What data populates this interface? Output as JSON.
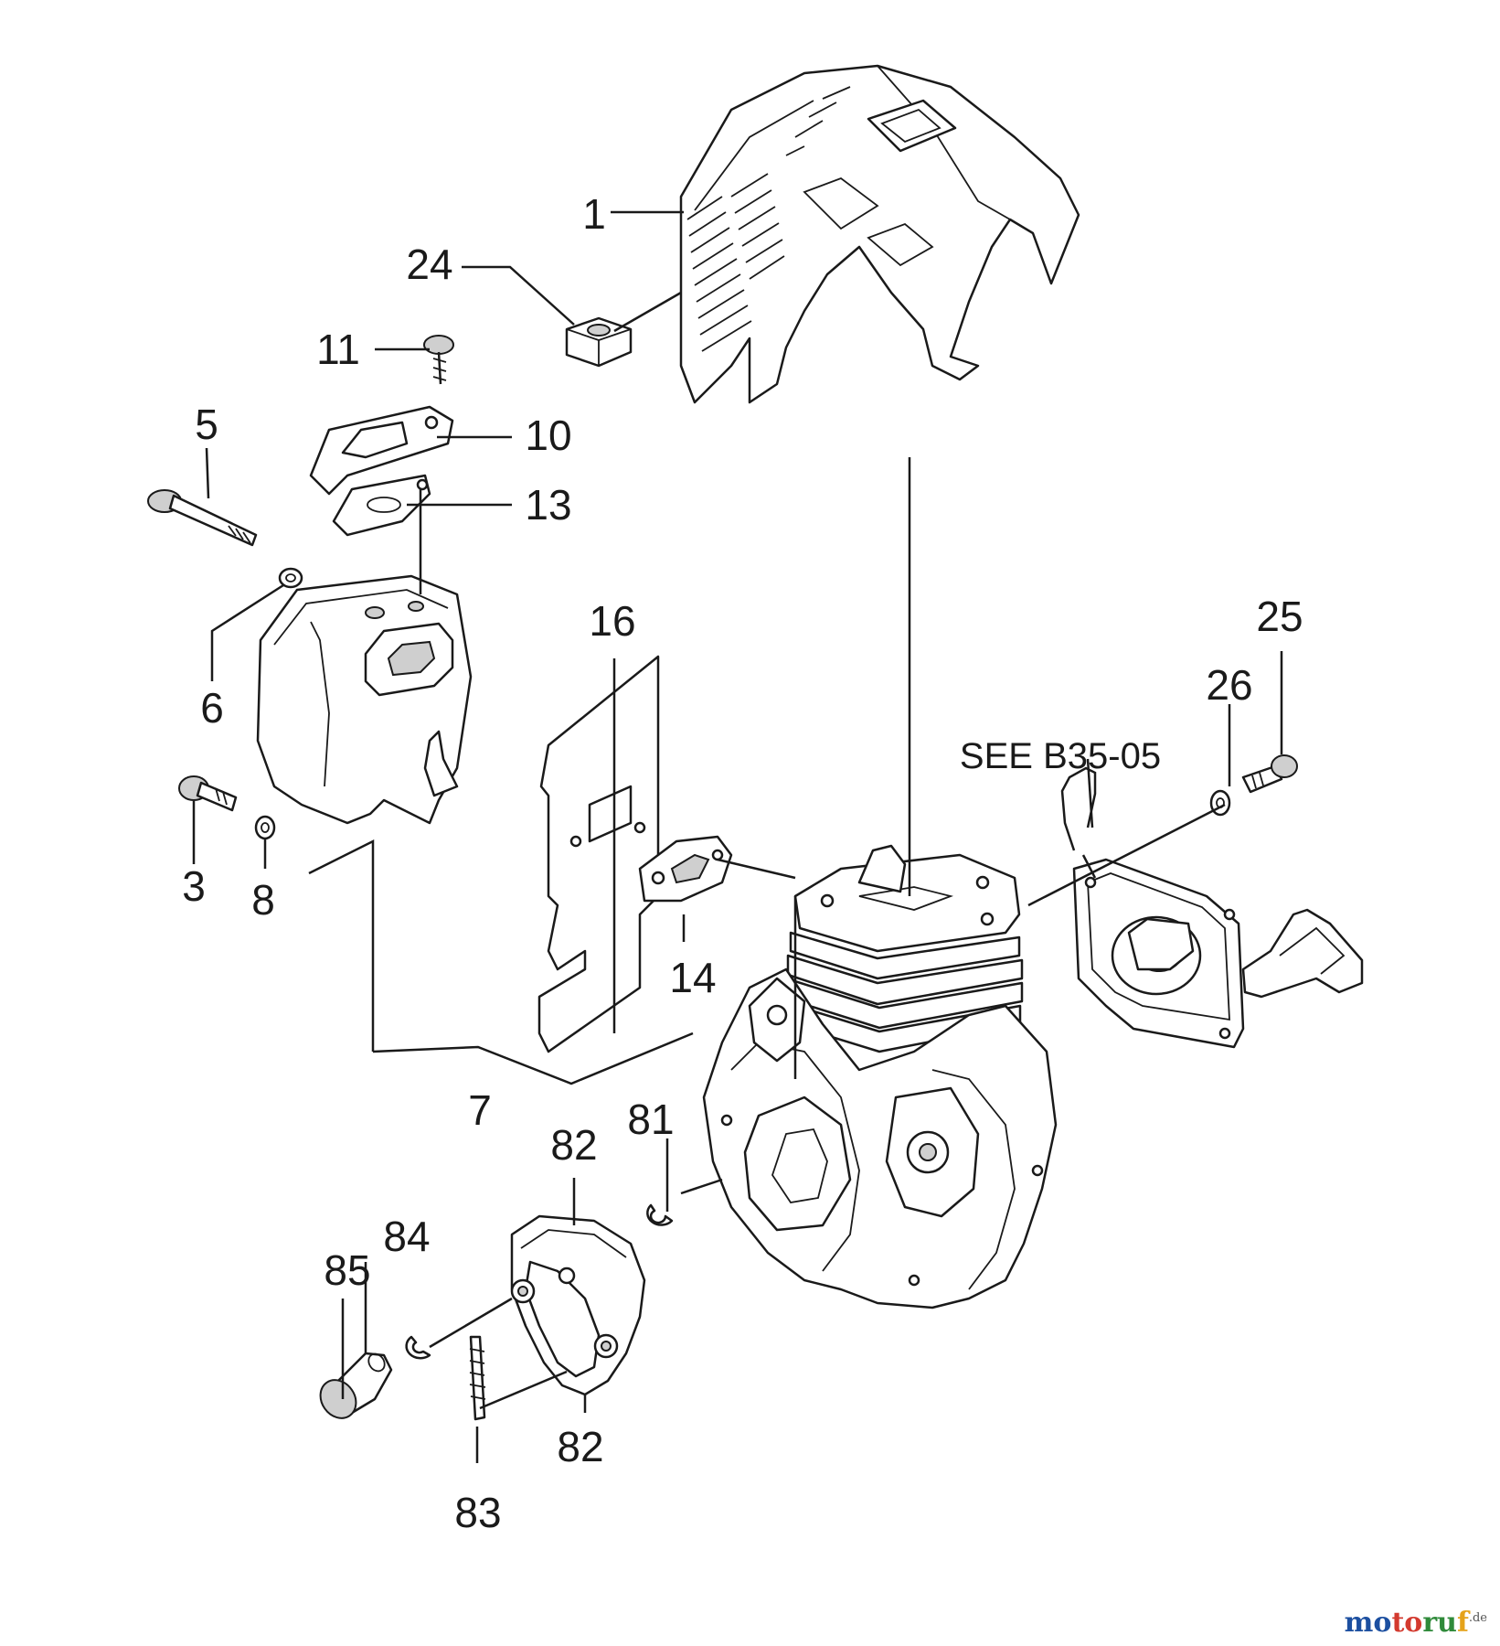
{
  "diagram": {
    "callouts": {
      "p1": "1",
      "p24": "24",
      "p11": "11",
      "p10": "10",
      "p5": "5",
      "p13": "13",
      "p6": "6",
      "p16": "16",
      "p25": "25",
      "p26": "26",
      "p3": "3",
      "p8": "8",
      "p14": "14",
      "p7": "7",
      "p82a": "82",
      "p81": "81",
      "p85": "85",
      "p84": "84",
      "p82b": "82",
      "p83": "83"
    },
    "reference_note": "SEE B35-05"
  },
  "watermark": {
    "part1": "mo",
    "part2": "to",
    "part3": "ru",
    "part4": "f",
    "suffix": ".de"
  }
}
